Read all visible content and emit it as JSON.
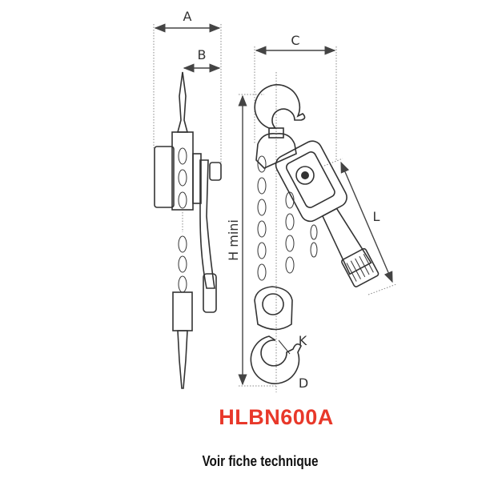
{
  "diagram": {
    "dimensions": {
      "A": "A",
      "B": "B",
      "C": "C",
      "H": "H mini",
      "L": "L",
      "K": "K",
      "D": "D"
    }
  },
  "product": {
    "model": "HLBN600A",
    "link_text": "Voir fiche technique"
  },
  "colors": {
    "accent": "#e8382a",
    "line": "#333333"
  }
}
